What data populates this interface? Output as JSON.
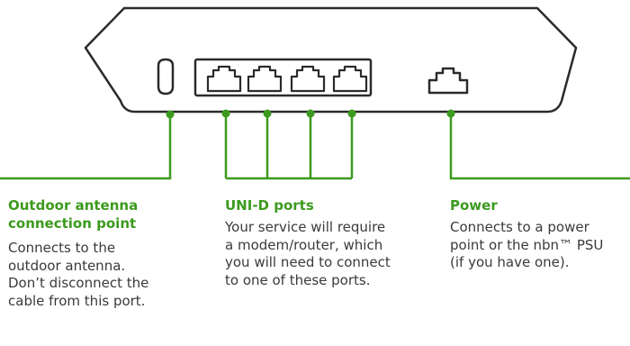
{
  "callouts": {
    "antenna": {
      "title_lines": [
        "Outdoor antenna",
        "connection point"
      ],
      "desc_lines": [
        "Connects to the",
        "outdoor antenna.",
        "Don’t disconnect the",
        "cable from this port."
      ]
    },
    "uni_d": {
      "title_lines": [
        "UNI-D ports"
      ],
      "desc_lines": [
        "Your service will require",
        "a modem/router, which",
        "you will need to connect",
        "to one of these ports."
      ]
    },
    "power": {
      "title_lines": [
        "Power"
      ],
      "desc_lines": [
        "Connects to a power",
        "point or the nbn™ PSU",
        "(if you have one)."
      ]
    }
  },
  "colors": {
    "accent_green": "#3c9a1e",
    "outline": "#2b2b2b",
    "text": "#3a3a3a"
  }
}
